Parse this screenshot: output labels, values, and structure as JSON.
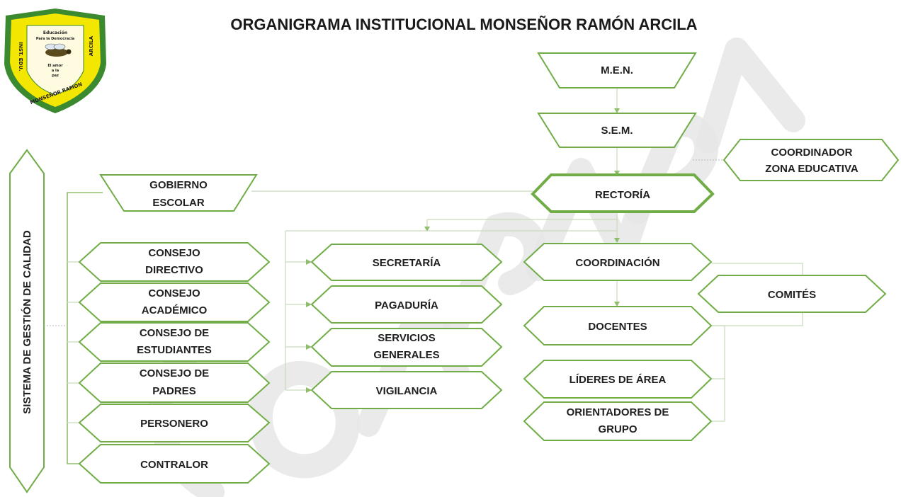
{
  "title": "ORGANIGRAMA INSTITUCIONAL MONSEÑOR RAMÓN ARCILA",
  "logo": {
    "left": "INST. EDU.",
    "right": "ARCILA",
    "top1": "Educación",
    "top2": "Para la Democracia",
    "bottom": "MONSEÑOR RAMON",
    "motto1": "El amor",
    "motto2": "a la",
    "motto3": "paz",
    "icon": "bee-icon"
  },
  "watermark": "COPIA CONTROLADA",
  "side_bar": {
    "label": "SISTEMA DE GESTIÓN DE CALIDAD"
  },
  "nodes": {
    "men": {
      "line1": "M.E.N."
    },
    "sem": {
      "line1": "S.E.M."
    },
    "coordinador_zona": {
      "line1": "COORDINADOR",
      "line2": "ZONA EDUCATIVA"
    },
    "gobierno": {
      "line1": "GOBIERNO",
      "line2": "ESCOLAR"
    },
    "rectoria": {
      "line1": "RECTORÍA"
    },
    "consejo_directivo": {
      "line1": "CONSEJO",
      "line2": "DIRECTIVO"
    },
    "consejo_academico": {
      "line1": "CONSEJO",
      "line2": "ACADÉMICO"
    },
    "consejo_estudiantes": {
      "line1": "CONSEJO DE",
      "line2": "ESTUDIANTES"
    },
    "consejo_padres": {
      "line1": "CONSEJO DE",
      "line2": "PADRES"
    },
    "personero": {
      "line1": "PERSONERO"
    },
    "contralor": {
      "line1": "CONTRALOR"
    },
    "secretaria": {
      "line1": "SECRETARÍA"
    },
    "pagaduria": {
      "line1": "PAGADURÍA"
    },
    "servicios": {
      "line1": "SERVICIOS",
      "line2": "GENERALES"
    },
    "vigilancia": {
      "line1": "VIGILANCIA"
    },
    "coordinacion": {
      "line1": "COORDINACIÓN"
    },
    "comites": {
      "line1": "COMITÉS"
    },
    "docentes": {
      "line1": "DOCENTES"
    },
    "lideres": {
      "line1": "LÍDERES DE ÁREA"
    },
    "orientadores": {
      "line1": "ORIENTADORES DE",
      "line2": "GRUPO"
    }
  },
  "colors": {
    "node_border": "#70ad47",
    "connector": "#8fbd6d",
    "text": "#1f1f1f",
    "logo_fill": "#f3e600",
    "logo_border": "#3b8a2f"
  }
}
